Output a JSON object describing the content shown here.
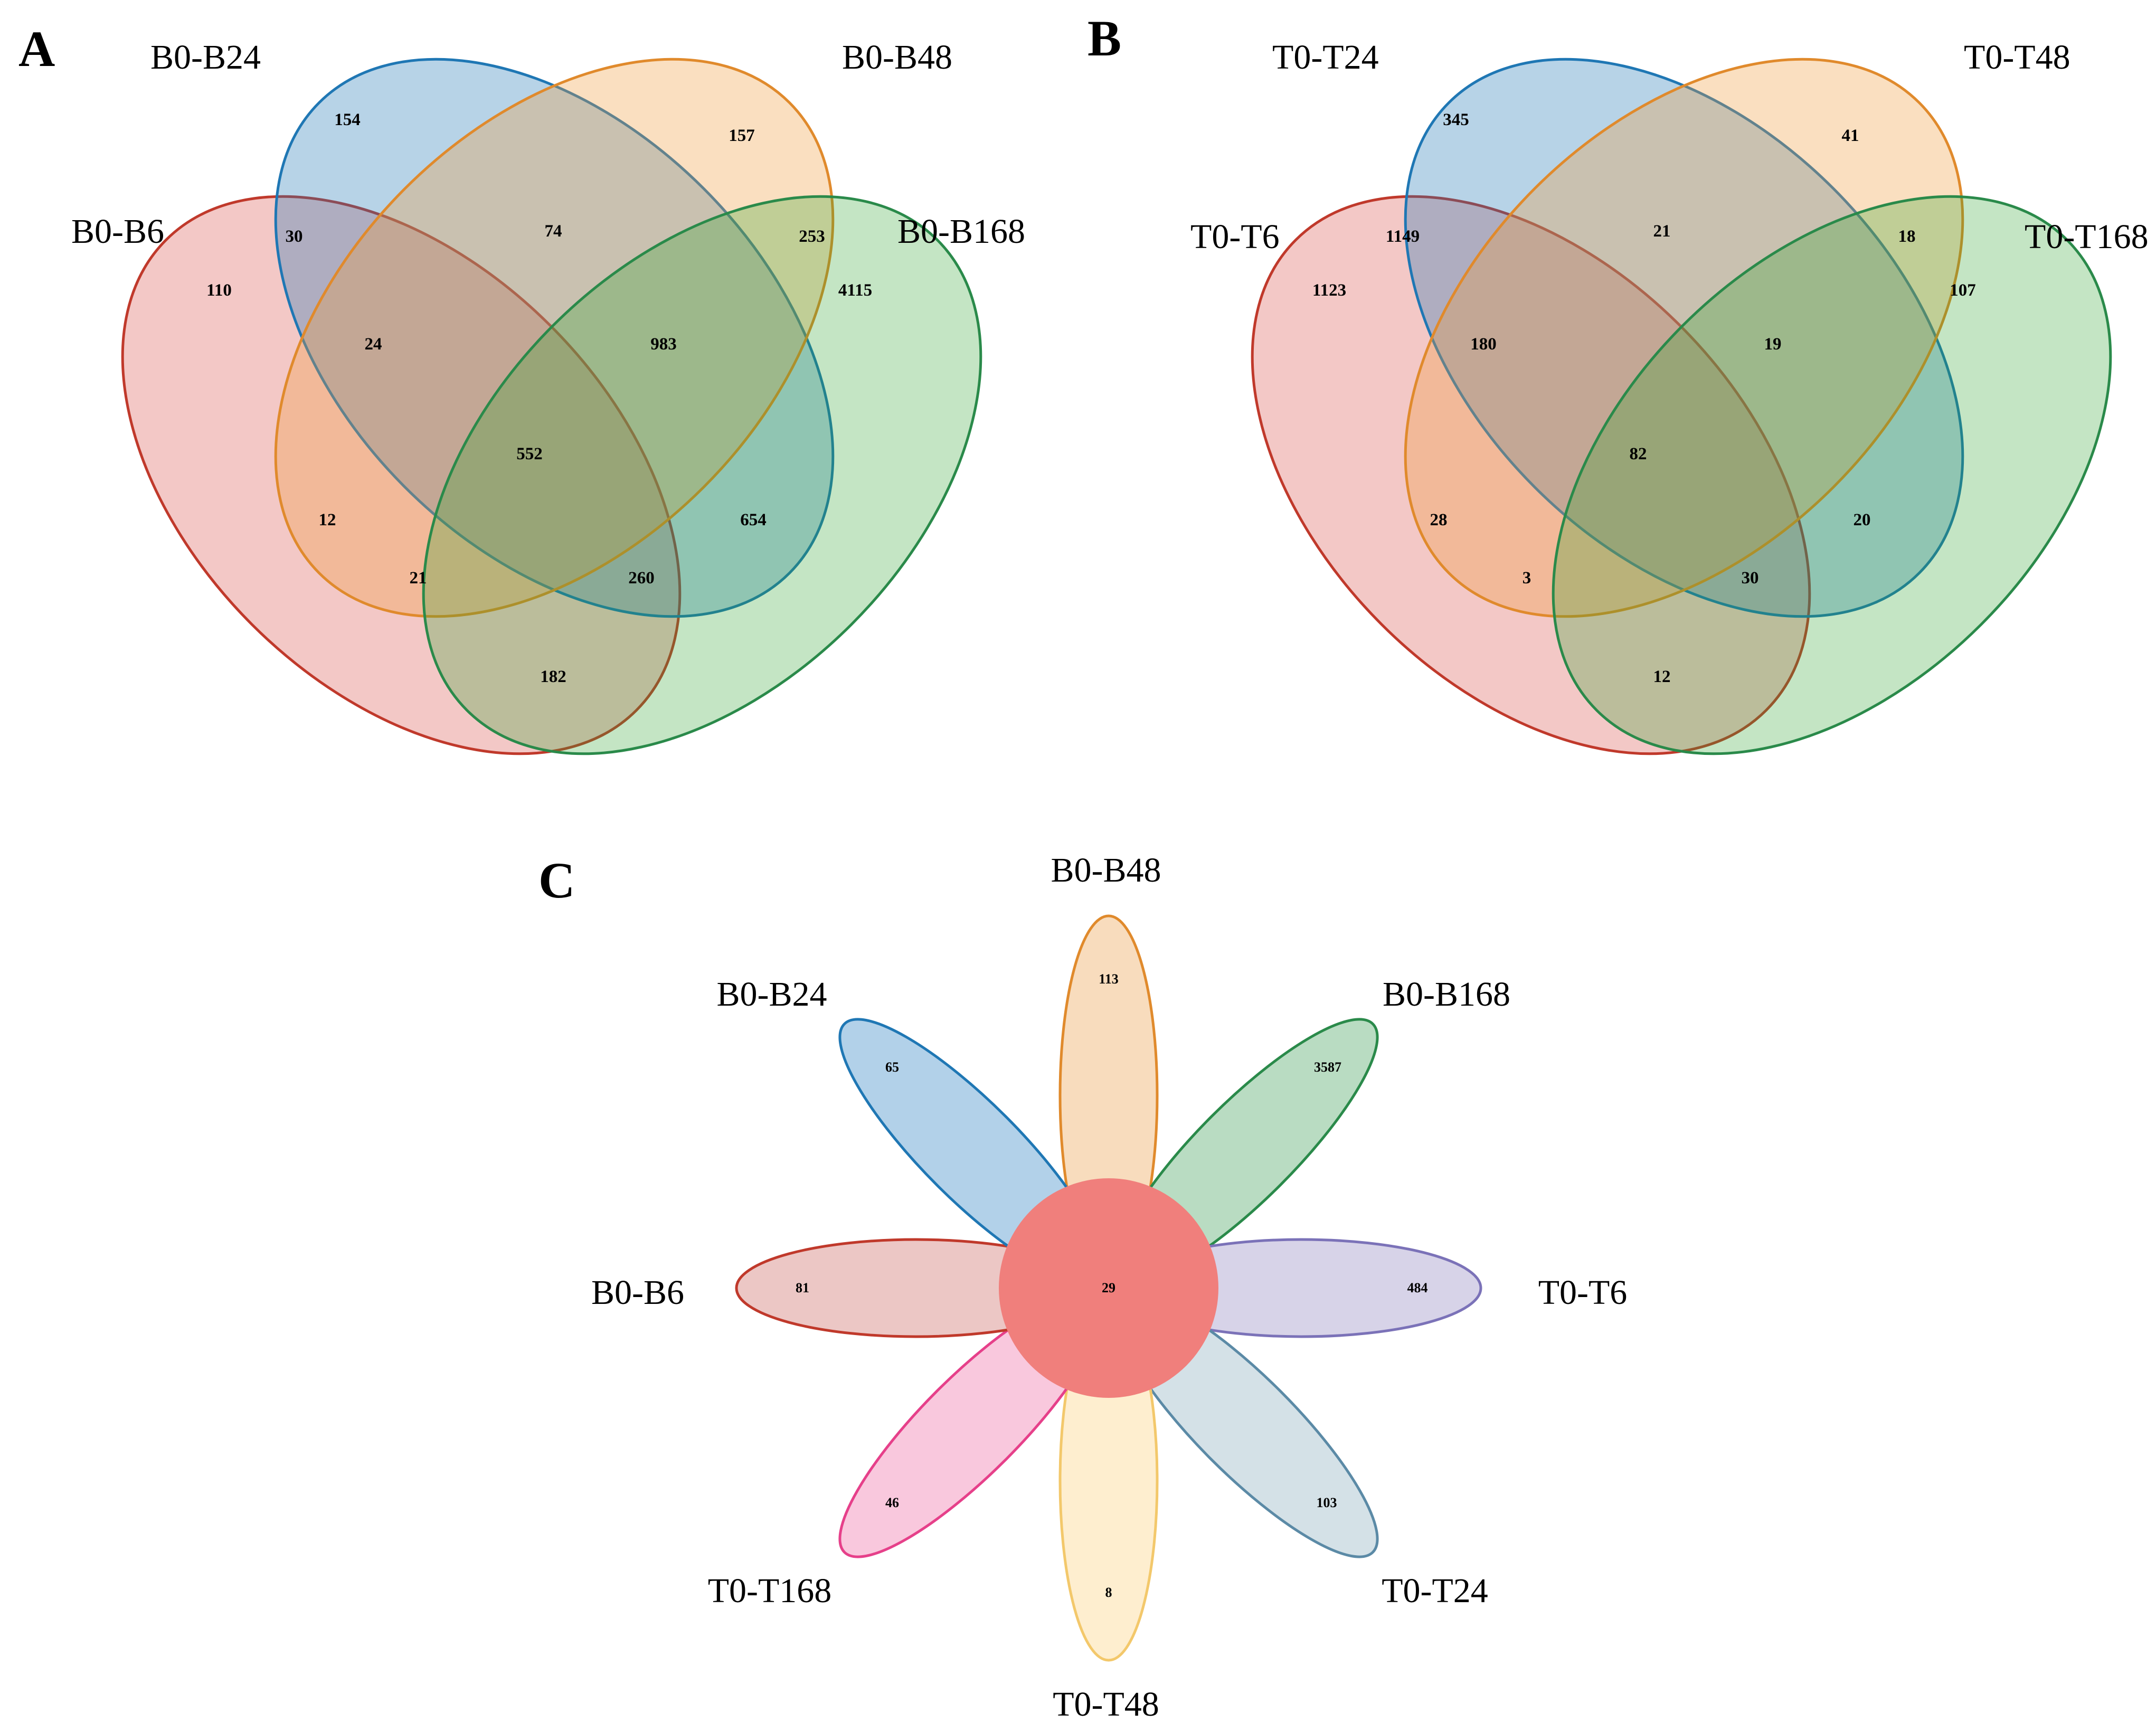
{
  "colors": {
    "blue": "#1f77b4",
    "orange": "#e08a2c",
    "green": "#2ca02c",
    "red": "#c0392b",
    "purple": "#7b72b8",
    "slate": "#5b8aa6",
    "yellow": "#f3c86b",
    "pink": "#e6408a",
    "center": "#f07f7c"
  },
  "panelA": {
    "letter": "A",
    "labels": {
      "s6": "B0-B6",
      "s24": "B0-B24",
      "s48": "B0-B48",
      "s168": "B0-B168"
    },
    "counts": {
      "only24": "154",
      "only48": "157",
      "only6": "110",
      "only168": "4115",
      "r24_48": "74",
      "r6_24": "30",
      "r48_168": "253",
      "r6_24_48": "24",
      "r24_48_168": "983",
      "all": "552",
      "r6_48": "12",
      "r24_168": "654",
      "r6_48_168": "21",
      "r6_24_168": "260",
      "r6_168": "182"
    }
  },
  "panelB": {
    "letter": "B",
    "labels": {
      "s6": "T0-T6",
      "s24": "T0-T24",
      "s48": "T0-T48",
      "s168": "T0-T168"
    },
    "counts": {
      "only24": "345",
      "only48": "41",
      "only6": "1123",
      "only168": "107",
      "r24_48": "21",
      "r6_24": "1149",
      "r48_168": "18",
      "r6_24_48": "180",
      "r24_48_168": "19",
      "all": "82",
      "r6_48": "28",
      "r24_168": "20",
      "r6_48_168": "3",
      "r6_24_168": "30",
      "r6_168": "12"
    }
  },
  "panelC": {
    "letter": "C",
    "center": "29",
    "petals": {
      "b48": {
        "label": "B0-B48",
        "count": "113"
      },
      "b168": {
        "label": "B0-B168",
        "count": "3587"
      },
      "t6": {
        "label": "T0-T6",
        "count": "484"
      },
      "t24": {
        "label": "T0-T24",
        "count": "103"
      },
      "t48": {
        "label": "T0-T48",
        "count": "8"
      },
      "t168": {
        "label": "T0-T168",
        "count": "46"
      },
      "b6": {
        "label": "B0-B6",
        "count": "81"
      },
      "b24": {
        "label": "B0-B24",
        "count": "65"
      }
    }
  }
}
